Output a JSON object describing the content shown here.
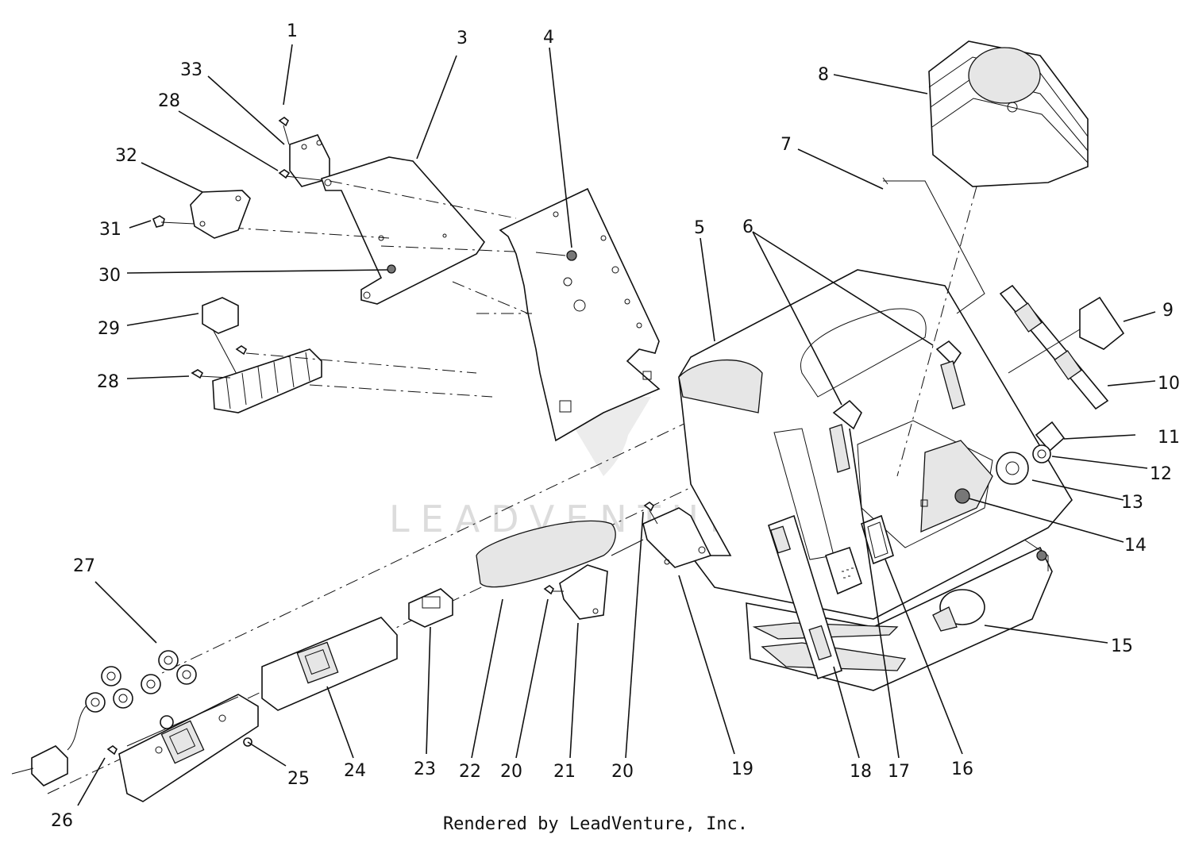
{
  "diagram": {
    "callouts": [
      "1",
      "33",
      "3",
      "4",
      "28",
      "32",
      "31",
      "30",
      "29",
      "28",
      "8",
      "7",
      "5",
      "6",
      "9",
      "10",
      "11",
      "12",
      "13",
      "14",
      "15",
      "27",
      "26",
      "25",
      "24",
      "23",
      "22",
      "20",
      "21",
      "20",
      "19",
      "18",
      "17",
      "16"
    ],
    "watermark_text": "LEADVENTURE",
    "credit": "Rendered by LeadVenture, Inc."
  }
}
